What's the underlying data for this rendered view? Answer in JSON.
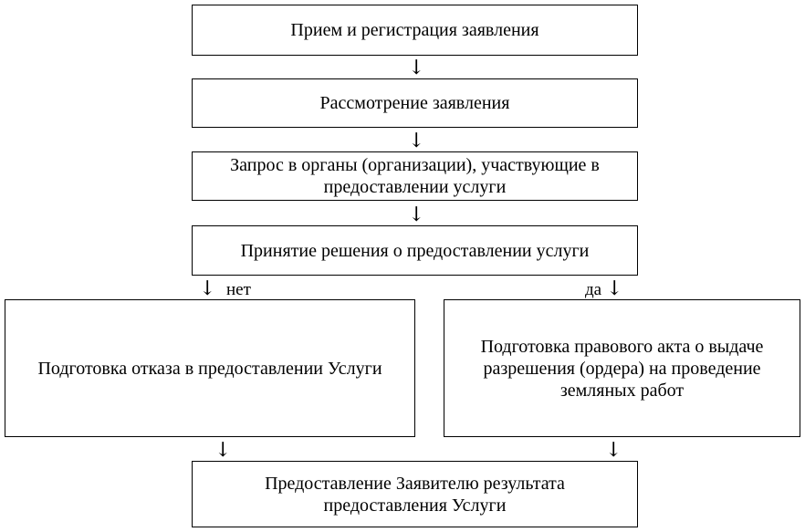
{
  "steps": {
    "reception": "Прием и регистрация заявления",
    "review": "Рассмотрение заявления",
    "request": "Запрос в органы (организации), участвующие в предоставлении услуги",
    "decision": "Принятие решения о предоставлении услуги",
    "refusal": "Подготовка отказа в предоставлении Услуги",
    "permit": "Подготовка правового акта о выдаче разрешения (ордера) на проведение земляных работ",
    "result": "Предоставление Заявителю результата предоставления Услуги"
  },
  "branches": {
    "no_label": "нет",
    "yes_label": "да"
  },
  "arrow_glyph": "↓"
}
